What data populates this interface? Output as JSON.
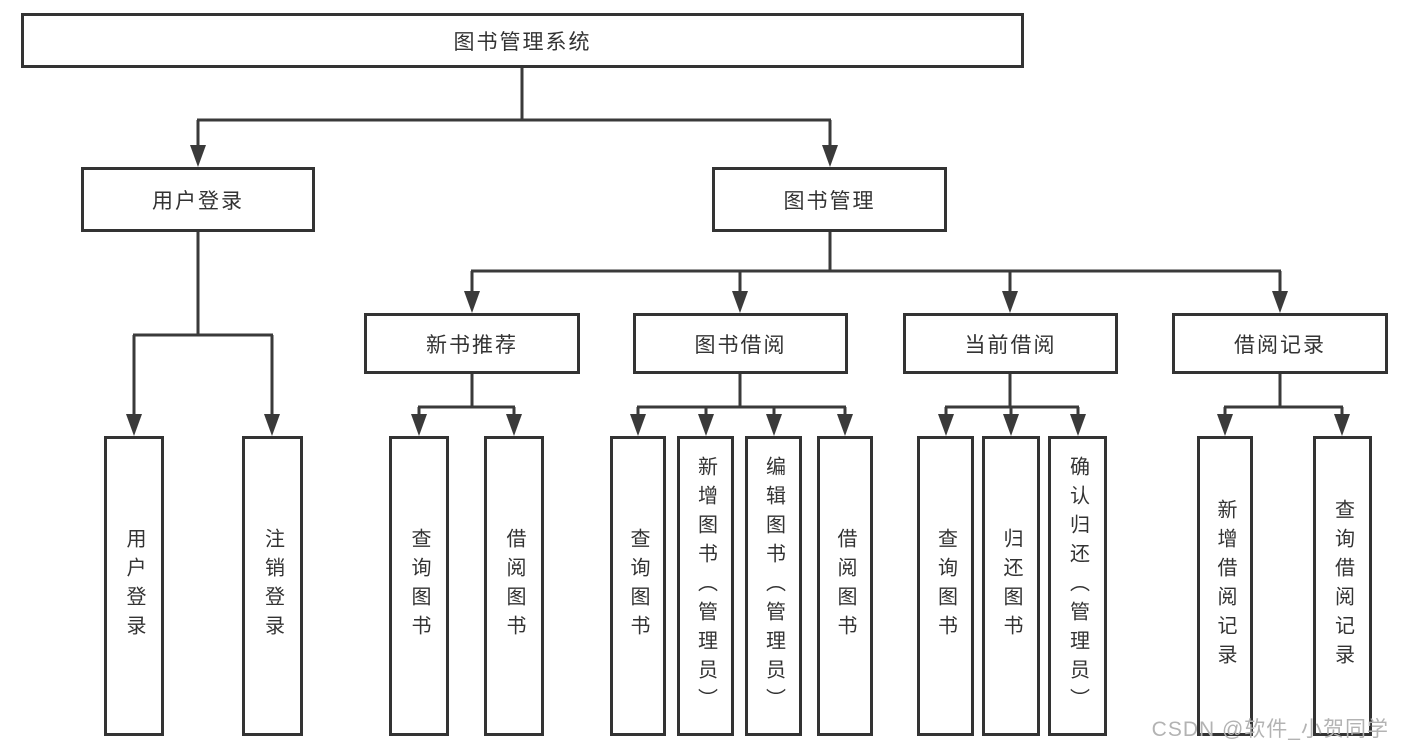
{
  "diagram": {
    "root_label": "图书管理系统",
    "branches": [
      {
        "label": "用户登录",
        "children": [
          {
            "label": "用户登录"
          },
          {
            "label": "注销登录"
          }
        ]
      },
      {
        "label": "图书管理",
        "sections": [
          {
            "label": "新书推荐",
            "children": [
              {
                "label": "查询图书"
              },
              {
                "label": "借阅图书"
              }
            ]
          },
          {
            "label": "图书借阅",
            "children": [
              {
                "label": "查询图书"
              },
              {
                "label": "新增图书（管理员）"
              },
              {
                "label": "编辑图书（管理员）"
              },
              {
                "label": "借阅图书"
              }
            ]
          },
          {
            "label": "当前借阅",
            "children": [
              {
                "label": "查询图书"
              },
              {
                "label": "归还图书"
              },
              {
                "label": "确认归还（管理员）"
              }
            ]
          },
          {
            "label": "借阅记录",
            "children": [
              {
                "label": "新增借阅记录"
              },
              {
                "label": "查询借阅记录"
              }
            ]
          }
        ]
      }
    ]
  },
  "watermark": {
    "text": "CSDN @软件_小贺同学"
  },
  "colors": {
    "line": "#3a3a3a",
    "box_border": "#333333",
    "text": "#333333",
    "background": "#ffffff",
    "watermark": "#b3b3b3"
  }
}
